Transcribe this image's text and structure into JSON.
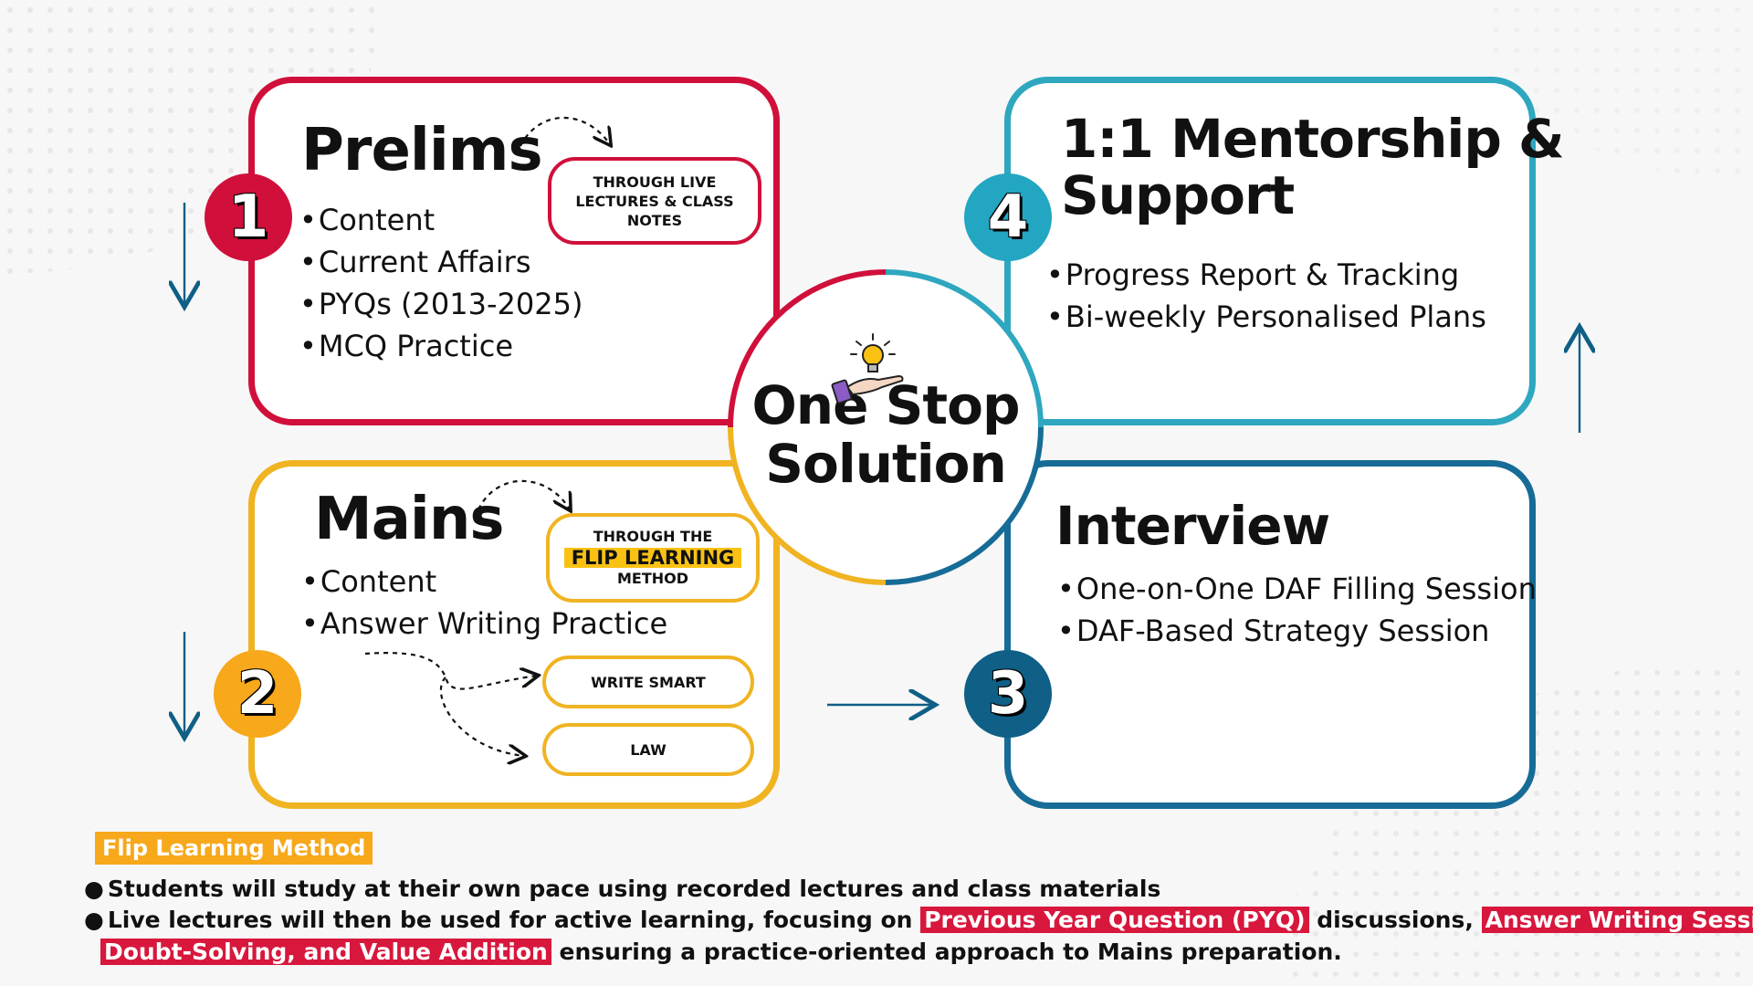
{
  "center": {
    "line1": "One Stop",
    "line2": "Solution"
  },
  "prelims": {
    "number": "1",
    "title": "Prelims",
    "bullets": [
      "Content",
      "Current Affairs",
      "PYQs (2013-2025)",
      "MCQ Practice"
    ],
    "tag_line1": "THROUGH LIVE",
    "tag_line2": "LECTURES & CLASS NOTES"
  },
  "mains": {
    "number": "2",
    "title": "Mains",
    "bullets": [
      "Content",
      "Answer Writing Practice"
    ],
    "tag_line1": "THROUGH THE",
    "tag_highlight": "FLIP LEARNING",
    "tag_line3": "METHOD",
    "option1": "WRITE SMART",
    "option2": "LAW"
  },
  "interview": {
    "number": "3",
    "title": "Interview",
    "bullets": [
      "One-on-One DAF Filling Session",
      "DAF-Based Strategy Session"
    ]
  },
  "mentorship": {
    "number": "4",
    "title_line1": "1:1 Mentorship &",
    "title_line2": "Support",
    "bullets": [
      "Progress Report & Tracking",
      "Bi-weekly Personalised Plans"
    ]
  },
  "footer": {
    "tag": "Flip Learning Method",
    "line1": "Students will study at their own pace using recorded lectures and class materials",
    "line2_a": "Live lectures will then be used for active learning, focusing on ",
    "line2_hl1": "Previous Year Question (PYQ)",
    "line2_b": " discussions, ",
    "line2_hl2": "Answer Writing Sessions,",
    "line3_hl": "Doubt-Solving, and Value Addition",
    "line3_b": " ensuring a practice-oriented approach to Mains preparation.",
    "bullet": "●"
  },
  "colors": {
    "red": "#d0103a",
    "yellow": "#f0b322",
    "teal": "#2ea7bf",
    "blue": "#166c96",
    "orange": "#f7a81b"
  },
  "icons": {
    "center_icon": "hand-lightbulb-icon"
  }
}
